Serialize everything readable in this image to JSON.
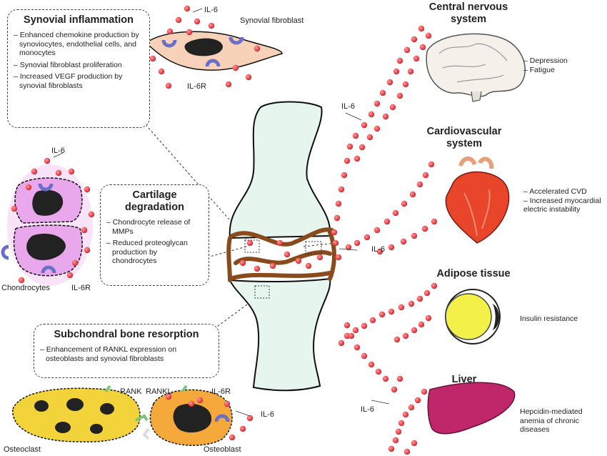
{
  "labels": {
    "il6": "IL-6",
    "il6r": "IL-6R",
    "synovial_fibroblast": "Synovial fibroblast",
    "chondrocytes": "Chondrocytes",
    "rank": "RANK",
    "rankl": "RANKL",
    "osteoclast": "Osteoclast",
    "osteoblast": "Osteoblast"
  },
  "boxes": {
    "synovial": {
      "title": "Synovial inflammation",
      "items": [
        "Enhanced chemokine production by synoviocytes, endothelial cells, and monocytes",
        "Synovial fibroblast proliferation",
        "Increased VEGF production by synovial fibroblasts"
      ]
    },
    "cartilage": {
      "title": "Cartilage degradation",
      "items": [
        "Chondrocyte release of MMPs",
        "Reduced proteoglycan production by chondrocytes"
      ]
    },
    "bone": {
      "title": "Subchondral bone resorption",
      "items": [
        "Enhancement of RANKL expression on osteoblasts and synovial fibroblasts"
      ]
    }
  },
  "organs": {
    "cns": {
      "title": "Central nervous system",
      "effects": [
        "Depression",
        "Fatigue"
      ]
    },
    "cardio": {
      "title": "Cardiovascular system",
      "effects": [
        "Accelerated CVD",
        "Increased myocardial electric instability"
      ]
    },
    "adipose": {
      "title": "Adipose tissue",
      "effects": [
        "Insulin resistance"
      ]
    },
    "liver": {
      "title": "Liver",
      "effects": [
        "Hepcidin-mediated anemia of chronic diseases"
      ]
    }
  },
  "colors": {
    "il6_dot": "#e0303c",
    "receptor": "#6a6fc8",
    "synovial_cell": "#f7d2b8",
    "chondrocyte": "#e9a7ec",
    "osteoclast": "#f2d33a",
    "osteoblast": "#f5a93a",
    "joint_line": "#8a4a1c",
    "bone_fill": "#e6f5ee",
    "heart": "#e8452a",
    "liver": "#c0266a",
    "fat": "#f4f04a"
  }
}
